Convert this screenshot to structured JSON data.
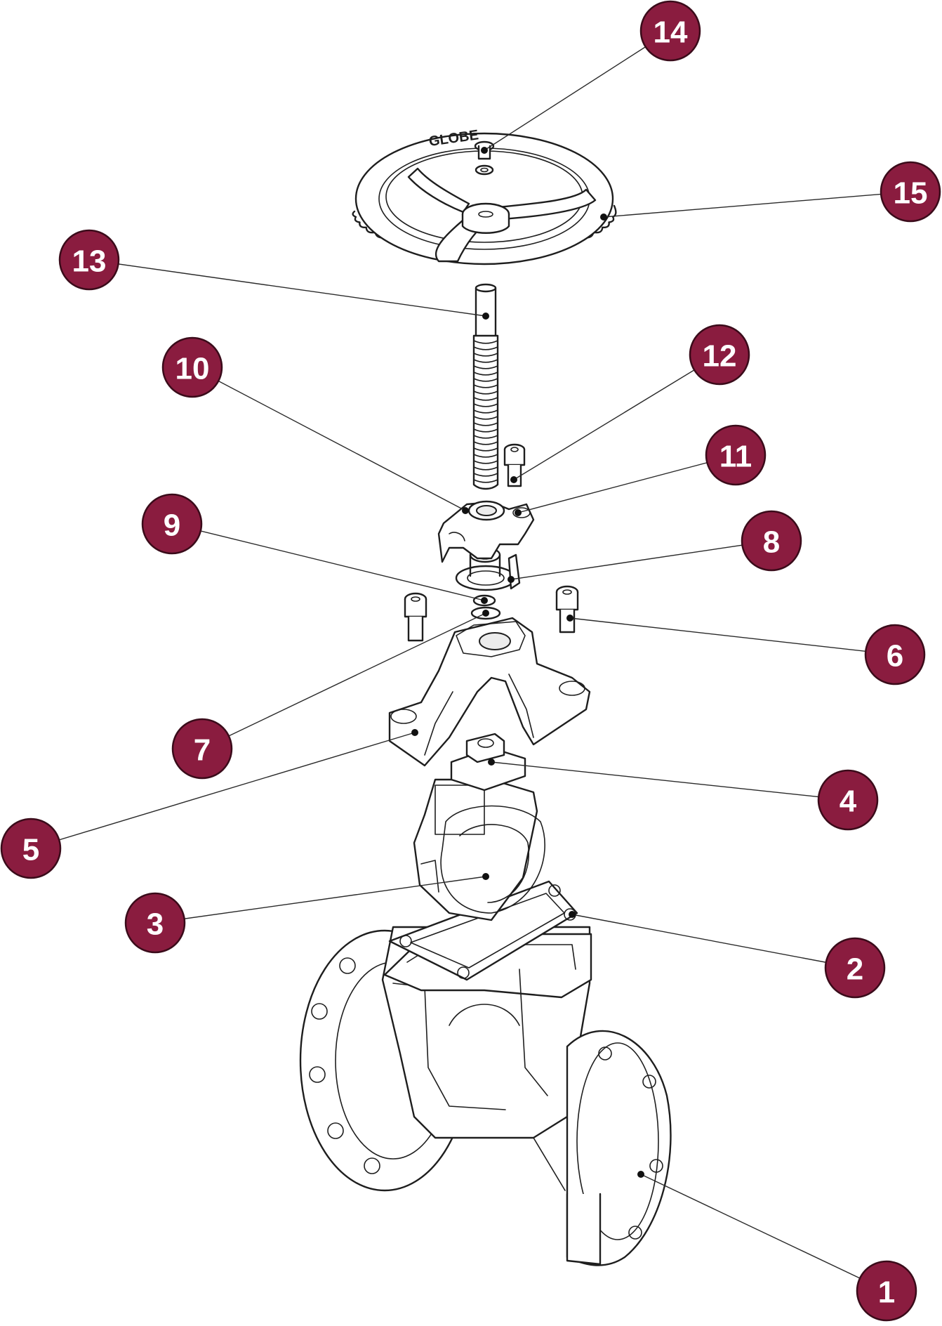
{
  "colors": {
    "callout_fill": "#8a1c3f",
    "callout_text": "#ffffff",
    "line": "#1e1e1e"
  },
  "handwheel": {
    "cast_text": "GLOBE"
  },
  "callouts": [
    {
      "label": "1"
    },
    {
      "label": "2"
    },
    {
      "label": "3"
    },
    {
      "label": "4"
    },
    {
      "label": "5"
    },
    {
      "label": "6"
    },
    {
      "label": "7"
    },
    {
      "label": "8"
    },
    {
      "label": "9"
    },
    {
      "label": "10"
    },
    {
      "label": "11"
    },
    {
      "label": "12"
    },
    {
      "label": "13"
    },
    {
      "label": "14"
    },
    {
      "label": "15"
    }
  ]
}
